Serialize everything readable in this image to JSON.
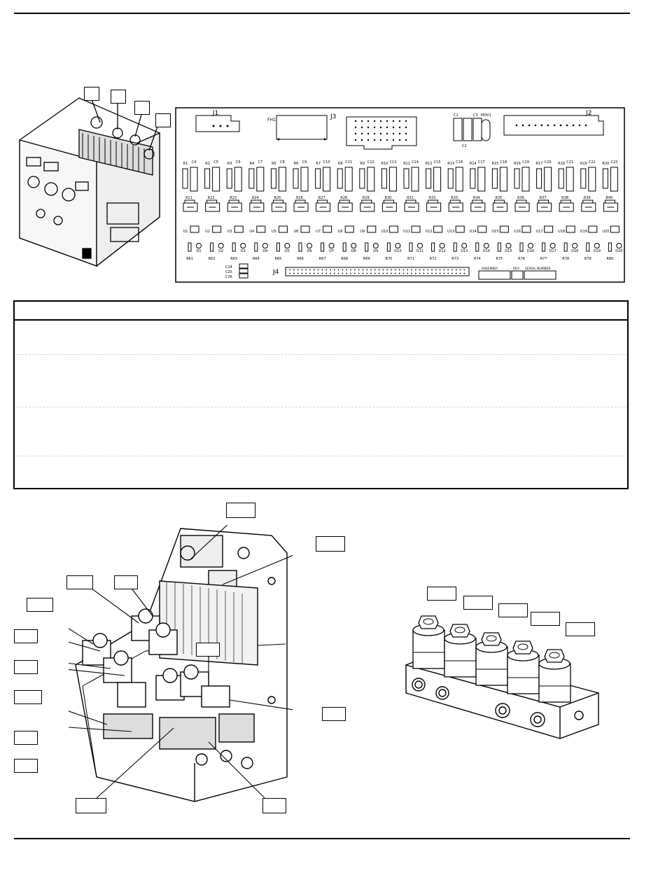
{
  "pcb": {
    "connectors": {
      "j1": "J1",
      "j2": "J2",
      "j3": "J3",
      "j4": "J4",
      "fh1": "FH1",
      "mov1": "MOV1"
    },
    "small_caps": [
      "C1",
      "C2",
      "C3"
    ],
    "top_labels": [
      "R1",
      "C4",
      "R2",
      "C5",
      "R3",
      "C6",
      "R4",
      "C7",
      "R5",
      "C8",
      "R6",
      "C9",
      "R7",
      "C10",
      "R8",
      "C11",
      "R9",
      "C12",
      "R10",
      "C13",
      "R11",
      "C14",
      "R12",
      "C15",
      "R13",
      "C16",
      "R14",
      "C17",
      "R15",
      "C18",
      "R16",
      "C19",
      "R17",
      "C20",
      "R18",
      "C21",
      "R19",
      "C22",
      "R20",
      "C23"
    ],
    "r_row": [
      "R21",
      "R22",
      "R23",
      "R24",
      "R25",
      "R26",
      "R27",
      "R28",
      "R29",
      "R30",
      "R31",
      "R32",
      "R33",
      "R34",
      "R35",
      "R36",
      "R37",
      "R38",
      "R39",
      "R40"
    ],
    "u_row": [
      "U1",
      "U2",
      "U3",
      "U4",
      "U5",
      "U6",
      "U7",
      "U8",
      "U9",
      "U10",
      "U11",
      "U12",
      "U13",
      "U14",
      "U15",
      "U16",
      "U17",
      "U18",
      "U19",
      "U20"
    ],
    "d_row": [
      "D1",
      "D2",
      "D3",
      "D4",
      "D5",
      "D6",
      "D7",
      "D8",
      "D9",
      "D10",
      "D11",
      "D12",
      "D13",
      "D14",
      "D15",
      "D16",
      "D17",
      "D18",
      "D19",
      "D20"
    ],
    "bottom_r_row": [
      "R61",
      "R62",
      "R63",
      "R64",
      "R65",
      "R66",
      "R67",
      "R68",
      "R69",
      "R70",
      "R71",
      "R72",
      "R73",
      "R74",
      "R75",
      "R76",
      "R77",
      "R78",
      "R79",
      "R80"
    ],
    "caps_left": [
      "C24",
      "C25",
      "C26"
    ],
    "title_block": {
      "assembly": "ASSEMBLY",
      "rev": "REV",
      "serial": "SERIAL NUMBER"
    }
  }
}
